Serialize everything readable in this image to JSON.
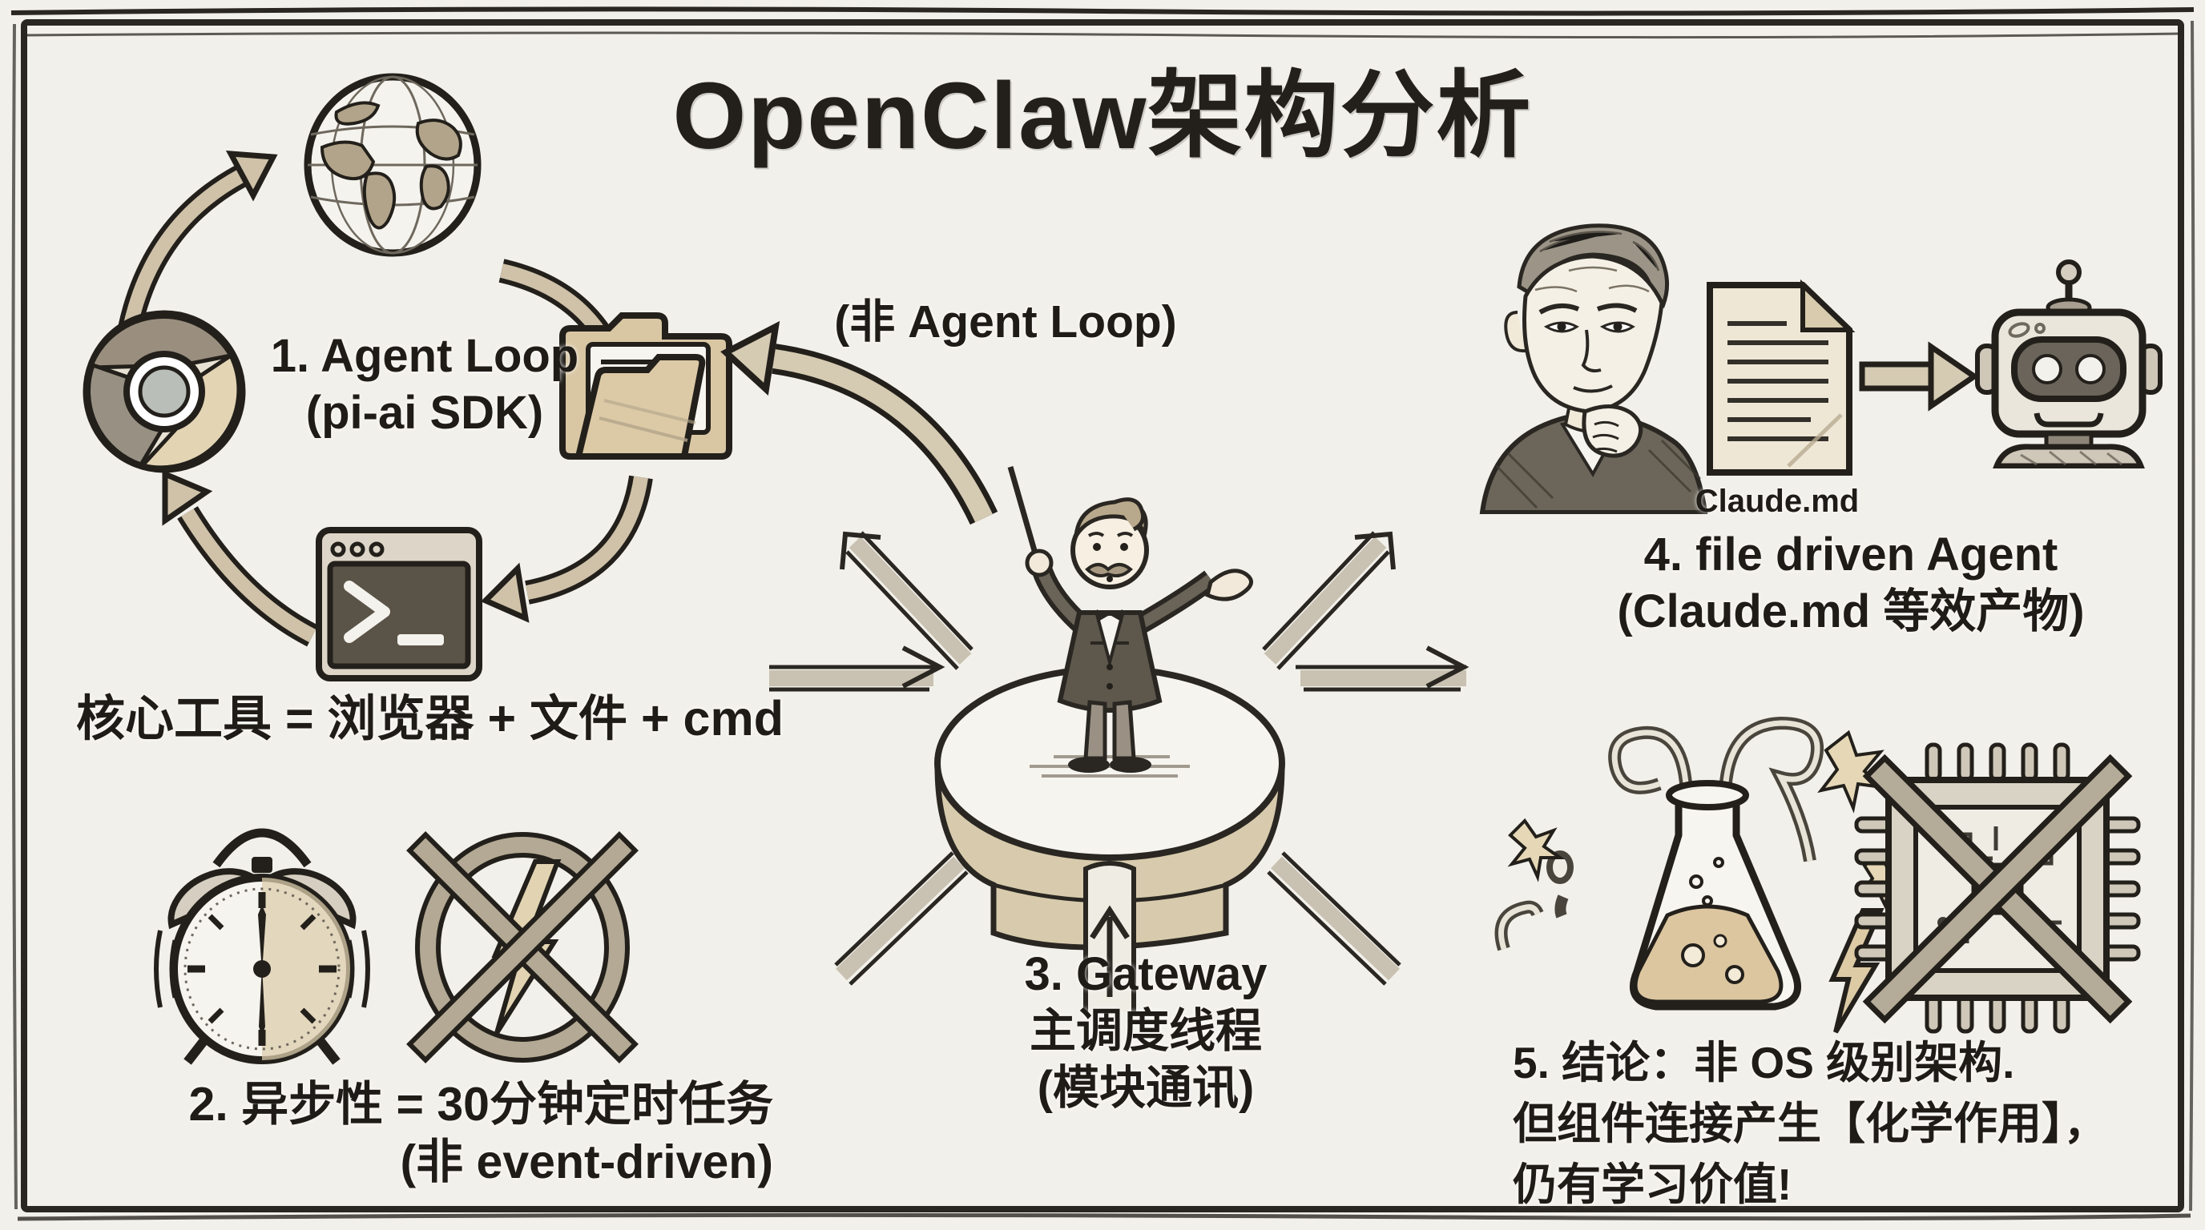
{
  "title": "OpenClaw架构分析",
  "colors": {
    "paper": "#f2f0ea",
    "ink": "#23201b",
    "tan": "#d2c3a5",
    "tan_light": "#e4d8bd",
    "tan_dark": "#b4a78f",
    "grey": "#8d8678",
    "terminal_bg": "#575046"
  },
  "agent_loop": {
    "label_line1": "1. Agent Loop",
    "label_line2": "(pi-ai SDK)"
  },
  "non_agent_loop": {
    "label": "(非 Agent Loop)"
  },
  "core_tools": {
    "label": "核心工具 = 浏览器 + 文件 + cmd"
  },
  "async_section": {
    "line1": "2. 异步性 = 30分钟定时任务",
    "line2": "(非 event-driven)"
  },
  "gateway": {
    "line1": "3. Gateway",
    "line2": "主调度线程",
    "line3": "(模块通讯)"
  },
  "file_agent": {
    "line1": "4. file driven Agent",
    "line2": "(Claude.md 等效产物)",
    "doc_label": "Claude.md"
  },
  "conclusion": {
    "line1": "5. 结论：非 OS 级别架构.",
    "line2": "但组件连接产生【化学作用】，",
    "line3": "仍有学习价值!"
  },
  "icons": {
    "globe": "globe-icon",
    "chrome": "chrome-browser-icon",
    "folder": "folder-icon",
    "terminal": "terminal-icon",
    "alarm_clock": "alarm-clock-icon",
    "no_lightning": "no-lightning-icon",
    "conductor": "gateway-conductor-illustration",
    "portrait": "thinking-man-portrait",
    "document": "claude-md-document-icon",
    "robot": "robot-icon",
    "flask": "chemistry-flask-icon",
    "crossed_chip": "crossed-chip-icon"
  }
}
